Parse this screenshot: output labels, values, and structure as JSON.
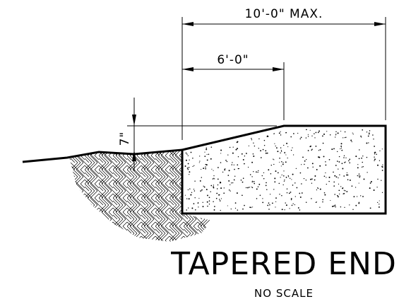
{
  "dimensions": {
    "max_length": "10'-0\" MAX.",
    "taper_length": "6'-0\"",
    "depth": "7\""
  },
  "title": "TAPERED END",
  "subtitle": "NO SCALE"
}
